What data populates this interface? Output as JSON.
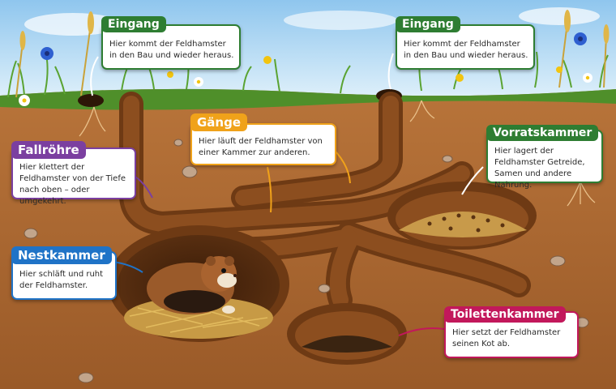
{
  "labels": {
    "eingang_left": {
      "title": "Eingang",
      "text": "Hier kommt der Feldhamster in den Bau und wieder heraus.",
      "color": "#2e7d32"
    },
    "eingang_right": {
      "title": "Eingang",
      "text": "Hier kommt der Feldhamster in den Bau und wieder heraus.",
      "color": "#2e7d32"
    },
    "gaenge": {
      "title": "Gänge",
      "text": "Hier läuft der Feldhamster von einer Kammer zur anderen.",
      "color": "#f0a21a"
    },
    "fallroehre": {
      "title": "Fallröhre",
      "text": "Hier klettert der Feldhamster von der Tiefe nach oben – oder umgekehrt.",
      "color": "#7b3fa0"
    },
    "vorratskammer": {
      "title": "Vorratskammer",
      "text": "Hier lagert der Feldhamster Getreide, Samen und andere Nahrung.",
      "color": "#2e7d32"
    },
    "nestkammer": {
      "title": "Nestkammer",
      "text": "Hier schläft und ruht der Feldhamster.",
      "color": "#1f73c7"
    },
    "toilettenkammer": {
      "title": "Toilettenkammer",
      "text": "Hier setzt der Feldhamster seinen Kot ab.",
      "color": "#c2185b"
    }
  },
  "colors": {
    "sky": "#a9d4f0",
    "grass": "#6bb33c",
    "soil": "#a7642f",
    "tunnel": "#7a4419",
    "hamster": "#9a5a2a"
  },
  "icons": [
    "wheat-stalk-icon",
    "cornflower-icon",
    "daisy-icon",
    "hamster-icon",
    "root-icon"
  ]
}
